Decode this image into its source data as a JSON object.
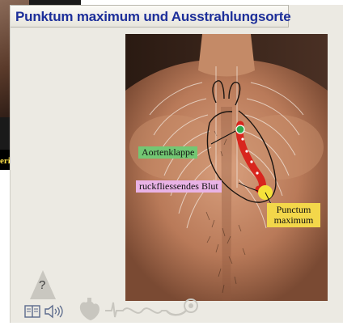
{
  "title": "Punktum maximum und Ausstrahlungsorte",
  "background_window": {
    "partial_text": "eri"
  },
  "labels": {
    "aortenklappe": "Aortenklappe",
    "blut": "ruckfliessendes Blut",
    "punctum_line1": "Punctum",
    "punctum_line2": "maximum"
  },
  "toolbar": {
    "help_glyph": "?",
    "icons": [
      "help-triangle-icon",
      "book-icon",
      "speaker-icon",
      "heart-icon",
      "waveform-icon",
      "stethoscope-icon"
    ]
  },
  "colors": {
    "title": "#1d2f9a",
    "label_aortenklappe": "#73c773",
    "label_blut": "#e9b3e6",
    "label_punctum": "#f3d74a"
  }
}
